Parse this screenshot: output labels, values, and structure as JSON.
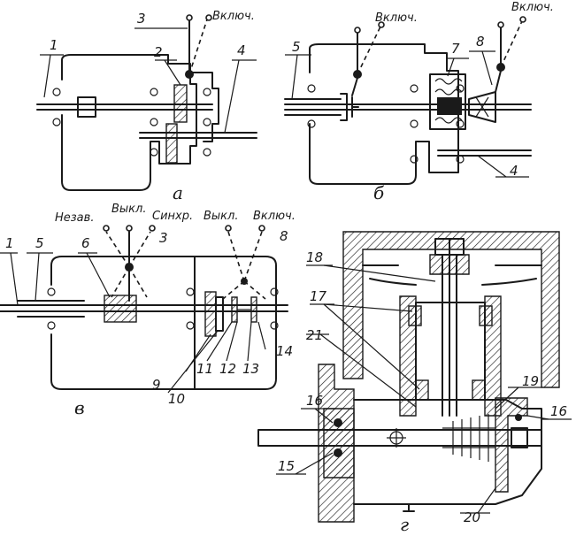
{
  "labels": {
    "a_3": "3",
    "a_vkl": "Включ.",
    "a_1": "1",
    "a_2": "2",
    "a_4": "4",
    "a_sub": "а",
    "b_vkl1": "Включ.",
    "b_vkl2": "Включ.",
    "b_5": "5",
    "b_7": "7",
    "b_8": "8",
    "b_4": "4",
    "b_sub": "б",
    "v_nezav": "Незав.",
    "v_vykl1": "Выкл.",
    "v_sinhr": "Синхр.",
    "v_vykl2": "Выкл.",
    "v_vkl": "Включ.",
    "v_1": "1",
    "v_5": "5",
    "v_6": "6",
    "v_3": "3",
    "v_8": "8",
    "v_11": "11",
    "v_12": "12",
    "v_13": "13",
    "v_14": "14",
    "v_9": "9",
    "v_10": "10",
    "v_sub": "в",
    "g_18": "18",
    "g_17": "17",
    "g_21": "21",
    "g_19": "19",
    "g_16a": "16",
    "g_16b": "16",
    "g_15": "15",
    "g_20": "20",
    "g_sub": "г"
  }
}
